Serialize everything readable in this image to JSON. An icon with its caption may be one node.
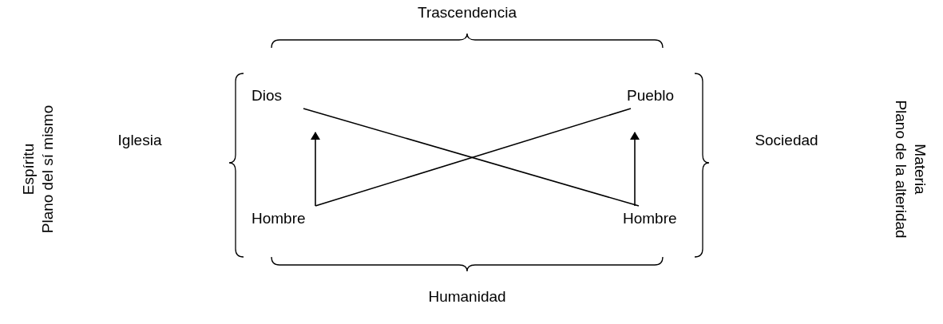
{
  "diagram": {
    "nodes": [
      {
        "text": [
          "Dios"
        ]
      },
      {
        "text": [
          "Pueblo"
        ]
      },
      {
        "text": [
          "Hombre"
        ]
      },
      {
        "text": [
          "Hombre"
        ]
      }
    ],
    "edges": [
      {
        "from": 0,
        "to": 3,
        "arrow": "none"
      },
      {
        "from": 1,
        "to": 2,
        "arrow": "none"
      },
      {
        "from": 2,
        "to": 0,
        "arrow": "to"
      },
      {
        "from": 3,
        "to": 1,
        "arrow": "to"
      }
    ],
    "labels": [
      "Trascendencia",
      "Espíritu Plano del sí mismo",
      "Iglesia",
      "Sociedad",
      "Materia Plano de la alteridad",
      "Humanidad"
    ]
  }
}
